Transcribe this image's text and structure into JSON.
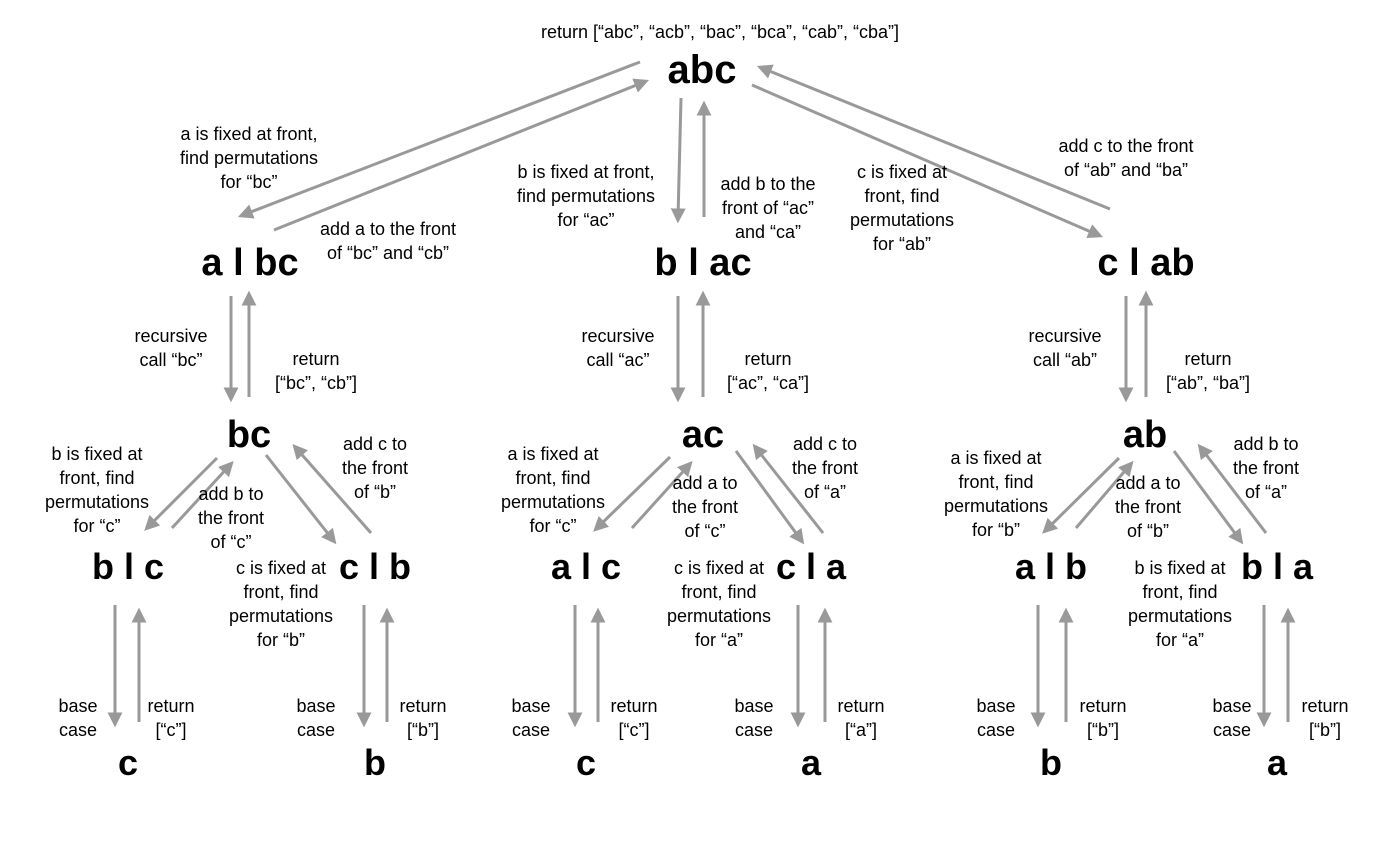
{
  "nodes": [
    {
      "id": "root",
      "text": "abc"
    },
    {
      "id": "a-bc",
      "text": "a l bc"
    },
    {
      "id": "b-ac",
      "text": "b l ac"
    },
    {
      "id": "c-ab",
      "text": "c l ab"
    },
    {
      "id": "bc",
      "text": "bc"
    },
    {
      "id": "ac",
      "text": "ac"
    },
    {
      "id": "ab",
      "text": "ab"
    },
    {
      "id": "b-c",
      "text": "b l c"
    },
    {
      "id": "c-b",
      "text": "c l b"
    },
    {
      "id": "a-c",
      "text": "a l c"
    },
    {
      "id": "c-a",
      "text": "c l a"
    },
    {
      "id": "a-b",
      "text": "a l b"
    },
    {
      "id": "b-a",
      "text": "b l a"
    },
    {
      "id": "leaf-c1",
      "text": "c"
    },
    {
      "id": "leaf-b1",
      "text": "b"
    },
    {
      "id": "leaf-c2",
      "text": "c"
    },
    {
      "id": "leaf-a1",
      "text": "a"
    },
    {
      "id": "leaf-b2",
      "text": "b"
    },
    {
      "id": "leaf-a2",
      "text": "a"
    }
  ],
  "labels": [
    {
      "id": "root-return",
      "text": "return [“abc”, “acb”, “bac”, “bca”, “cab”, “cba”]"
    },
    {
      "id": "fix-a",
      "text": "a is fixed at front,\nfind permutations\nfor “bc”"
    },
    {
      "id": "add-a",
      "text": "add a to the front\nof “bc” and “cb”"
    },
    {
      "id": "fix-b",
      "text": "b is fixed at front,\nfind permutations\nfor “ac”"
    },
    {
      "id": "add-b",
      "text": "add b to the\nfront of “ac”\nand “ca”"
    },
    {
      "id": "fix-c",
      "text": "c is fixed at\nfront, find\npermutations\nfor “ab”"
    },
    {
      "id": "add-c",
      "text": "add c to the front\nof “ab” and “ba”"
    },
    {
      "id": "rec-bc",
      "text": "recursive\ncall “bc”"
    },
    {
      "id": "ret-bc",
      "text": "return\n[“bc”, “cb”]"
    },
    {
      "id": "rec-ac",
      "text": "recursive\ncall “ac”"
    },
    {
      "id": "ret-ac",
      "text": "return\n[“ac”, “ca”]"
    },
    {
      "id": "rec-ab",
      "text": "recursive\ncall “ab”"
    },
    {
      "id": "ret-ab",
      "text": "return\n[“ab”, “ba”]"
    },
    {
      "id": "bc-fix-b",
      "text": "b is fixed at\nfront, find\npermutations\nfor “c”"
    },
    {
      "id": "bc-add-b",
      "text": "add b to\nthe front\nof “c”"
    },
    {
      "id": "bc-add-c",
      "text": "add c to\nthe front\nof “b”"
    },
    {
      "id": "bc-fix-c",
      "text": "c is fixed at\nfront, find\npermutations\nfor “b”"
    },
    {
      "id": "ac-fix-a",
      "text": "a is fixed at\nfront, find\npermutations\nfor “c”"
    },
    {
      "id": "ac-add-a",
      "text": "add a to\nthe front\nof “c”"
    },
    {
      "id": "ac-add-c",
      "text": "add c to\nthe front\nof “a”"
    },
    {
      "id": "ac-fix-c",
      "text": "c is fixed at\nfront, find\npermutations\nfor “a”"
    },
    {
      "id": "ab-fix-a",
      "text": "a is fixed at\nfront, find\npermutations\nfor “b”"
    },
    {
      "id": "ab-add-a",
      "text": "add a to\nthe front\nof “b”"
    },
    {
      "id": "ab-add-b",
      "text": "add b to\nthe front\nof “a”"
    },
    {
      "id": "ab-fix-b",
      "text": "b is fixed at\nfront, find\npermutations\nfor “a”"
    },
    {
      "id": "base-1",
      "text": "base\ncase"
    },
    {
      "id": "ret-1",
      "text": "return\n[“c”]"
    },
    {
      "id": "base-2",
      "text": "base\ncase"
    },
    {
      "id": "ret-2",
      "text": "return\n[“b”]"
    },
    {
      "id": "base-3",
      "text": "base\ncase"
    },
    {
      "id": "ret-3",
      "text": "return\n[“c”]"
    },
    {
      "id": "base-4",
      "text": "base\ncase"
    },
    {
      "id": "ret-4",
      "text": "return\n[“a”]"
    },
    {
      "id": "base-5",
      "text": "base\ncase"
    },
    {
      "id": "ret-5",
      "text": "return\n[“b”]"
    },
    {
      "id": "base-6",
      "text": "base\ncase"
    },
    {
      "id": "ret-6",
      "text": "return\n[“b”]"
    }
  ],
  "arrow_color": "#999999",
  "text_color": "#000000"
}
